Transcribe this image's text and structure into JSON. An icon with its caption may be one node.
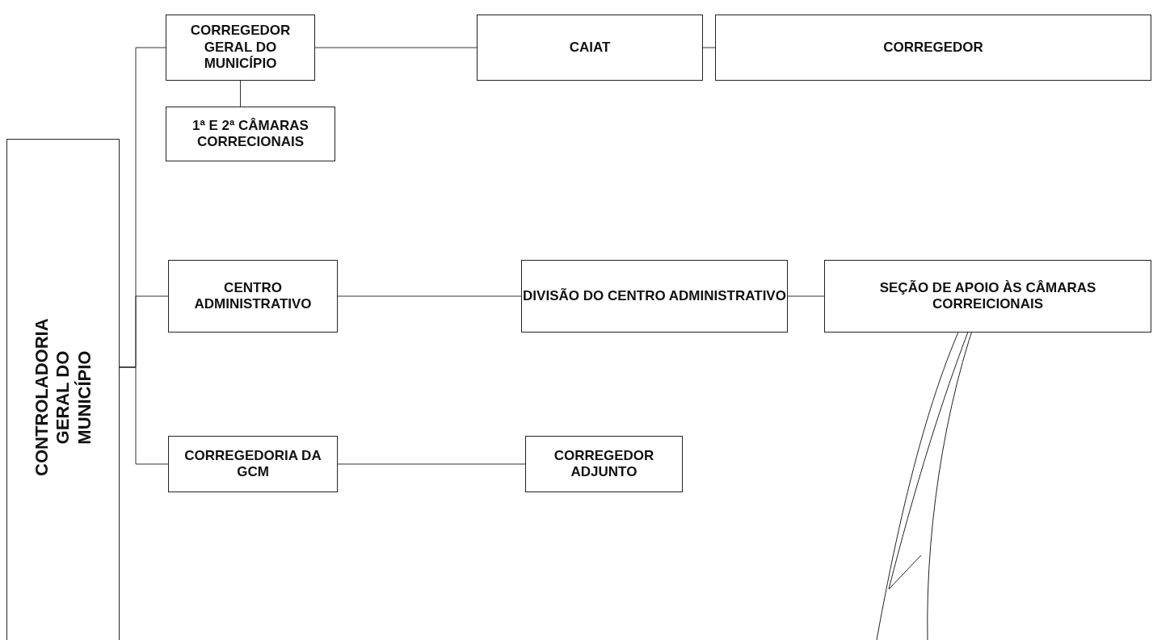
{
  "diagram": {
    "nodes": [
      {
        "text": [
          "CONTROLADORIA GERAL DO MUNICÍPIO"
        ]
      },
      {
        "text": [
          "CORREGEDOR GERAL DO MUNICÍPIO"
        ]
      },
      {
        "text": [
          "CAIAT"
        ]
      },
      {
        "text": [
          "CORREGEDOR"
        ]
      },
      {
        "text": [
          "1ª E 2ª CÂMARAS CORRECIONAIS"
        ]
      },
      {
        "text": [
          "CENTRO ADMINISTRATIVO"
        ]
      },
      {
        "text": [
          "DIVISÃO DO CENTRO ADMINISTRATIVO"
        ]
      },
      {
        "text": [
          "SEÇÃO DE APOIO ÀS CÂMARAS CORREICIONAIS"
        ]
      },
      {
        "text": [
          "CORREGEDORIA DA GCM"
        ]
      },
      {
        "text": [
          "CORREGEDOR ADJUNTO"
        ]
      }
    ],
    "edges": [
      {
        "from": 0,
        "to": 1,
        "arrow": "none"
      },
      {
        "from": 0,
        "to": 5,
        "arrow": "none"
      },
      {
        "from": 0,
        "to": 8,
        "arrow": "none"
      },
      {
        "from": 1,
        "to": 2,
        "arrow": "none"
      },
      {
        "from": 2,
        "to": 3,
        "arrow": "none"
      },
      {
        "from": 1,
        "to": 4,
        "arrow": "none"
      },
      {
        "from": 5,
        "to": 6,
        "arrow": "none"
      },
      {
        "from": 6,
        "to": 7,
        "arrow": "none"
      },
      {
        "from": 8,
        "to": 9,
        "arrow": "none"
      }
    ]
  }
}
